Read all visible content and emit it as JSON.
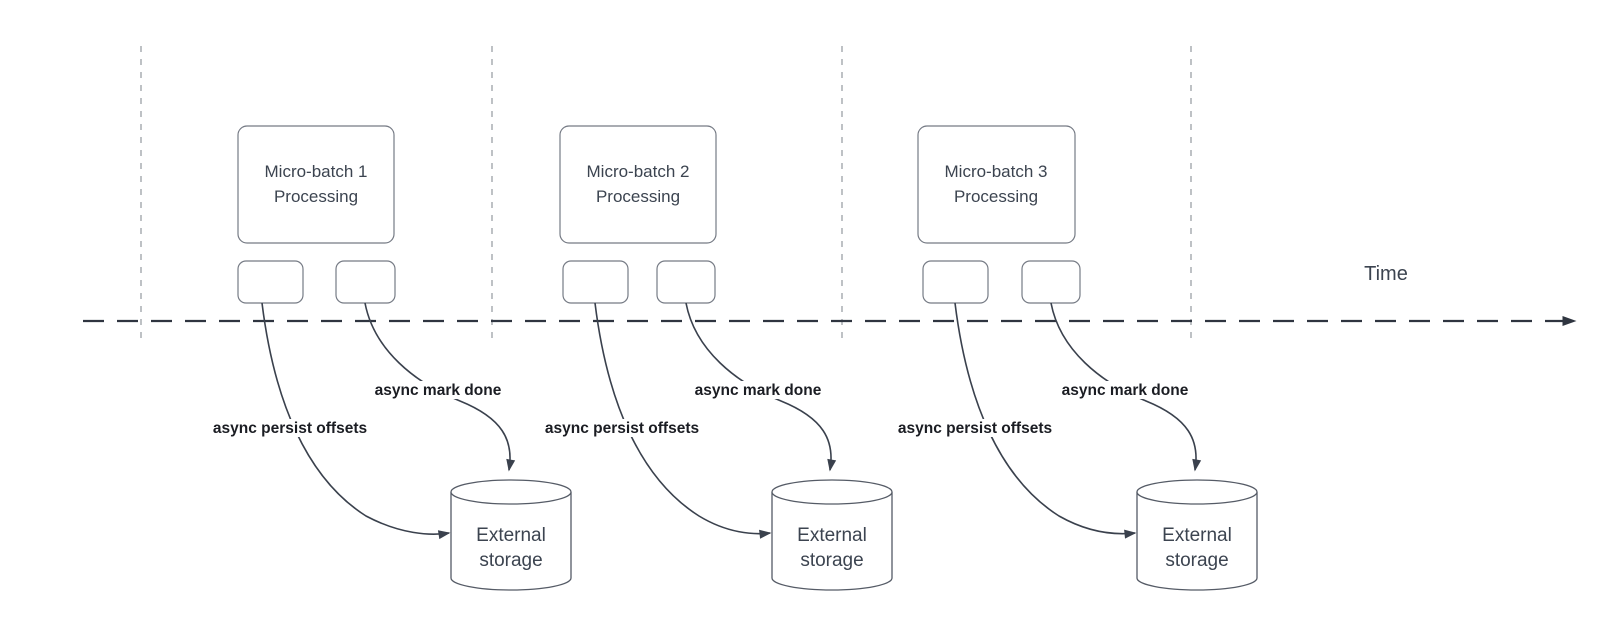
{
  "diagram": {
    "timeline_label": "Time",
    "sections": [
      {
        "batch_line1": "Micro-batch 1",
        "batch_line2": "Processing",
        "persist_label": "async persist offsets",
        "done_label": "async mark done",
        "storage_line1": "External",
        "storage_line2": "storage"
      },
      {
        "batch_line1": "Micro-batch 2",
        "batch_line2": "Processing",
        "persist_label": "async persist offsets",
        "done_label": "async mark done",
        "storage_line1": "External",
        "storage_line2": "storage"
      },
      {
        "batch_line1": "Micro-batch 3",
        "batch_line2": "Processing",
        "persist_label": "async persist offsets",
        "done_label": "async mark done",
        "storage_line1": "External",
        "storage_line2": "storage"
      }
    ],
    "colors": {
      "background": "#ffffff",
      "curve": "#3a414d",
      "timeline": "#2f3540",
      "divider": "#9ba0a6",
      "shape_border": "#767b85",
      "cylinder_border": "#555b66",
      "shape_text": "#3c4450",
      "label_text": "#1b1d23"
    }
  }
}
